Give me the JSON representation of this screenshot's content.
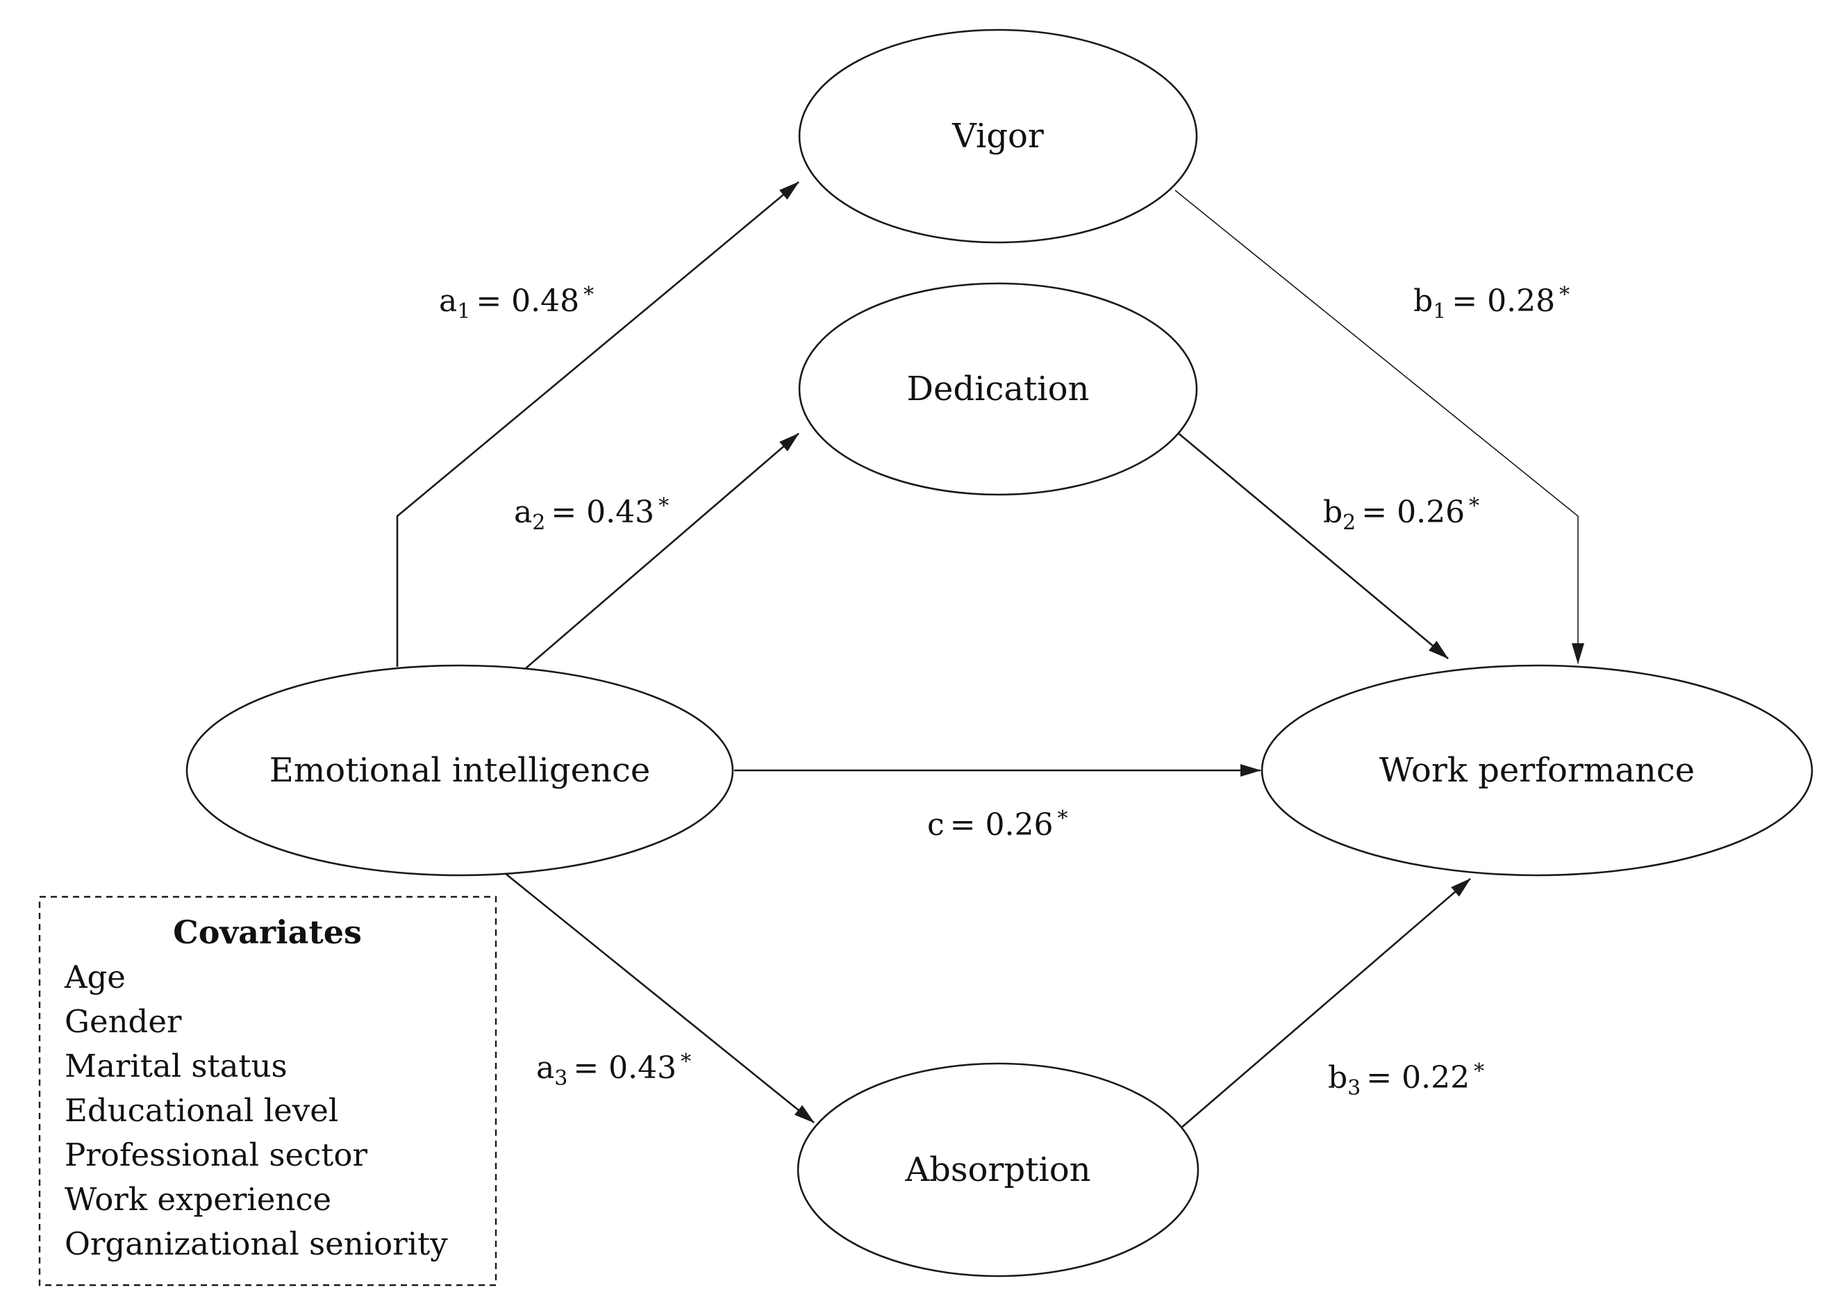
{
  "nodes": {
    "vigor": "Vigor",
    "dedication": "Dedication",
    "emotional_intelligence": "Emotional intelligence",
    "work_performance": "Work performance",
    "absorption": "Absorption"
  },
  "paths": {
    "a1": {
      "var": "a",
      "sub": "1",
      "value": "= 0.48",
      "sig": "*"
    },
    "a2": {
      "var": "a",
      "sub": "2",
      "value": "= 0.43",
      "sig": "*"
    },
    "a3": {
      "var": "a",
      "sub": "3",
      "value": "= 0.43",
      "sig": "*"
    },
    "b1": {
      "var": "b",
      "sub": "1",
      "value": "= 0.28",
      "sig": "*"
    },
    "b2": {
      "var": "b",
      "sub": "2",
      "value": "= 0.26",
      "sig": "*"
    },
    "b3": {
      "var": "b",
      "sub": "3",
      "value": "= 0.22",
      "sig": "*"
    },
    "c": {
      "var": "c",
      "value": "= 0.26",
      "sig": "*"
    }
  },
  "covariates": {
    "title": "Covariates",
    "items": [
      "Age",
      "Gender",
      "Marital status",
      "Educational level",
      "Professional sector",
      "Work experience",
      "Organizational seniority"
    ]
  }
}
